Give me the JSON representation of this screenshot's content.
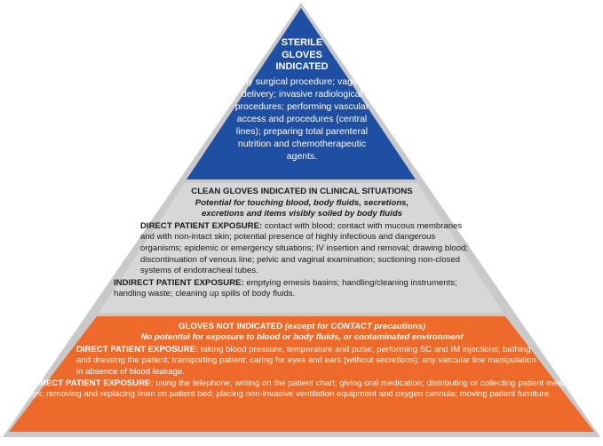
{
  "colors": {
    "top_fill": "#1f4fa3",
    "middle_fill": "#d7d7d7",
    "bottom_fill": "#ee6a2a",
    "border": "#c9c9c9"
  },
  "top": {
    "heading_line1": "STERILE",
    "heading_line2": "GLOVES",
    "heading_line3": "INDICATED",
    "description": "Any surgical procedure; vaginal delivery; invasive radiological procedures; performing vascular access and procedures (central lines); preparing total parenteral nutrition and chemotherapeutic agents."
  },
  "middle": {
    "heading": "CLEAN GLOVES INDICATED IN CLINICAL SITUATIONS",
    "subheading": "Potential for touching blood, body fluids, secretions, excretions and items visibly soiled by body fluids",
    "direct_label": "DIRECT PATIENT EXPOSURE:",
    "direct_text": " contact with blood; contact with mucous membranes and with non-intact skin; potential presence of highly infectious and dangerous organisms; epidemic or emergency situations; IV insertion and removal; drawing blood; discontinuation of venous line; pelvic and vaginal examination; suctioning non-closed systems of endotracheal tubes.",
    "indirect_label": "INDIRECT PATIENT EXPOSURE:",
    "indirect_text": " emptying emesis basins; handling/cleaning instruments; handling waste; cleaning up spills of body fluids."
  },
  "bottom": {
    "heading": "GLOVES NOT INDICATED",
    "heading_note": " (except for CONTACT precautions)",
    "subheading": "No potential for exposure to blood or body fluids, or contaminated environment",
    "direct_label": "DIRECT PATIENT EXPOSURE:",
    "direct_text": " taking blood pressure, temperature and pulse; performing SC and IM injections; bathing and dressing the patient; transporting patient; caring for eyes and ears (without secretions); any vascular line manipulation in absence of blood leakage.",
    "indirect_label": "INDIRECT PATIENT EXPOSURE:",
    "indirect_text": " using the telephone; writing on the patient chart; giving oral medication; distributing or collecting patient meal trays; removing and replacing linen on patient bed; placing non-invasive ventilation equipment and oxygen cannula; moving patient furniture."
  }
}
